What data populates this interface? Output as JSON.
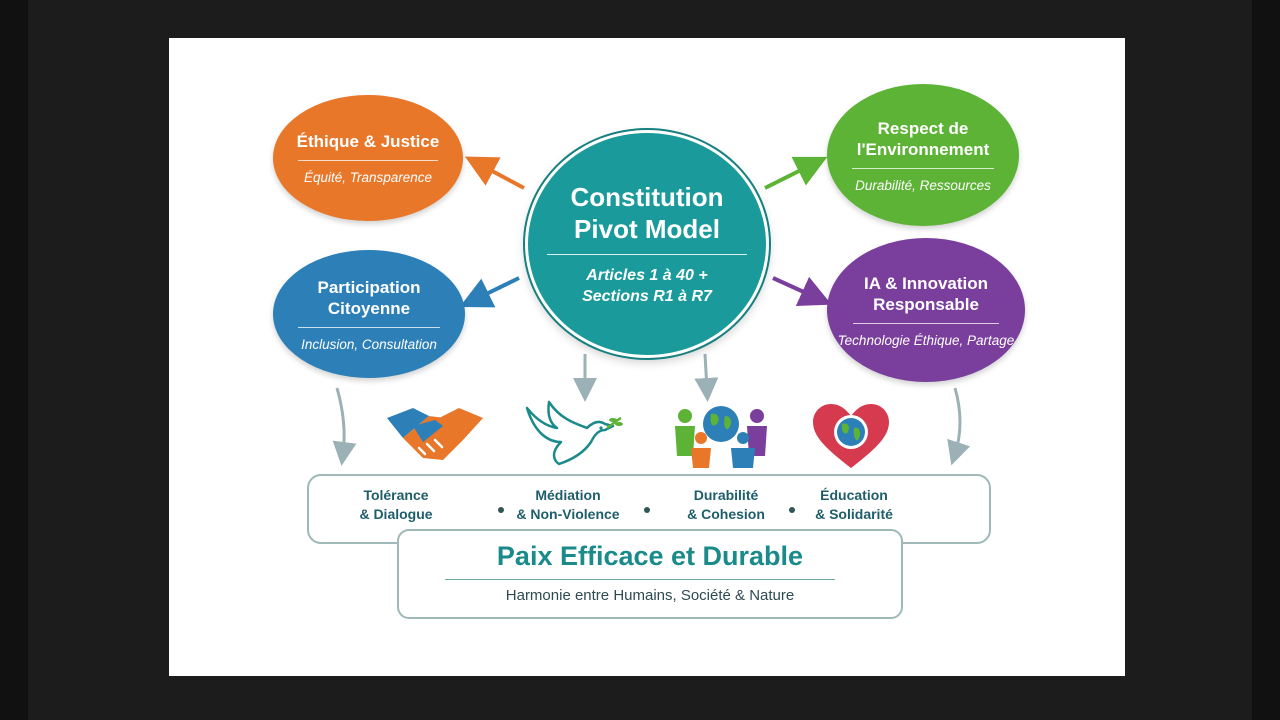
{
  "center": {
    "title_line1": "Constitution",
    "title_line2": "Pivot Model",
    "sub_line1": "Articles 1 à 40 +",
    "sub_line2": "Sections R1 à R7"
  },
  "nodes": [
    {
      "title_line1": "Éthique & Justice",
      "title_line2": "",
      "sub": "Équité, Transparence",
      "color": "#e8772a"
    },
    {
      "title_line1": "Participation",
      "title_line2": "Citoyenne",
      "sub": "Inclusion, Consultation",
      "color": "#2d7fb8"
    },
    {
      "title_line1": "Respect de",
      "title_line2": "l'Environnement",
      "sub": "Durabilité, Ressources",
      "color": "#5cb335"
    },
    {
      "title_line1": "IA & Innovation",
      "title_line2": "Responsable",
      "sub": "Technologie Éthique, Partage",
      "color": "#7a3e9d"
    }
  ],
  "icons": [
    "handshake-icon",
    "dove-icon",
    "people-globe-icon",
    "heart-globe-icon"
  ],
  "values": [
    {
      "line1": "Tolérance",
      "line2": "& Dialogue"
    },
    {
      "line1": "Médiation",
      "line2": "& Non-Violence"
    },
    {
      "line1": "Durabilité",
      "line2": "& Cohesion"
    },
    {
      "line1": "Éducation",
      "line2": "& Solidarité"
    }
  ],
  "outcome": {
    "title": "Paix Efficace et Durable",
    "sub": "Harmonie entre Humains, Société & Nature"
  },
  "colors": {
    "teal": "#1a9a9a",
    "orange": "#e8772a",
    "blue": "#2d7fb8",
    "green": "#5cb335",
    "purple": "#7a3e9d",
    "arrow_gray": "#9bb1b6"
  }
}
